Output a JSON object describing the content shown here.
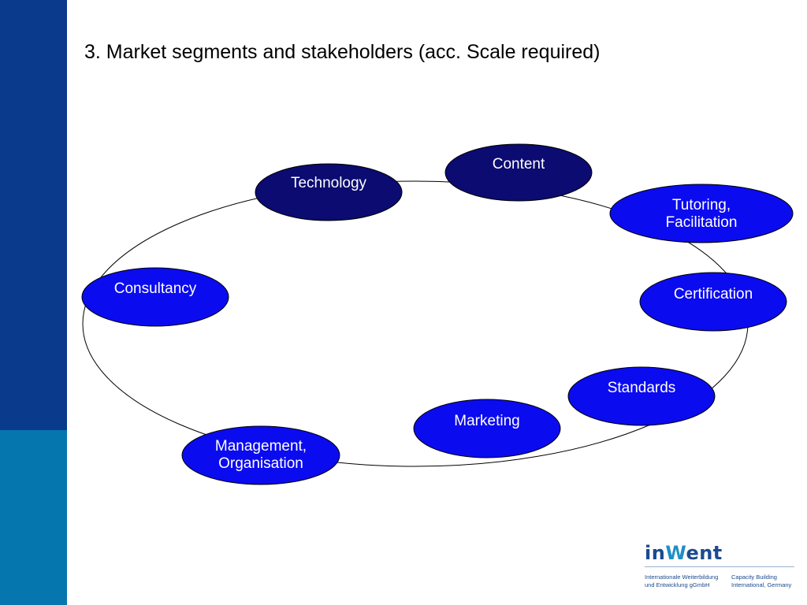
{
  "slide": {
    "title": "3. Market segments and stakeholders (acc. Scale required)"
  },
  "colors": {
    "sidebar_top": "#0a3a8c",
    "sidebar_bottom": "#0576ae",
    "node_dark": "#0b0b72",
    "node_bright": "#0b0bf0",
    "node_text": "#ffffff",
    "logo": "#1b4a8f"
  },
  "nodes": [
    {
      "id": "technology",
      "lines": [
        "Technology"
      ],
      "style": "dark"
    },
    {
      "id": "content",
      "lines": [
        "Content"
      ],
      "style": "dark"
    },
    {
      "id": "tutoring",
      "lines": [
        "Tutoring,",
        "Facilitation"
      ],
      "style": "bright"
    },
    {
      "id": "consultancy",
      "lines": [
        "Consultancy"
      ],
      "style": "bright"
    },
    {
      "id": "certification",
      "lines": [
        "Certification"
      ],
      "style": "bright"
    },
    {
      "id": "standards",
      "lines": [
        "Standards"
      ],
      "style": "bright"
    },
    {
      "id": "marketing",
      "lines": [
        "Marketing"
      ],
      "style": "bright"
    },
    {
      "id": "management",
      "lines": [
        "Management,",
        "Organisation"
      ],
      "style": "bright"
    }
  ],
  "logo": {
    "word_prefix": "in",
    "word_wave": "W",
    "word_suffix": "ent",
    "line1_left": "Internationale Weiterbildung",
    "line2_left": "und Entwicklung gGmbH",
    "line1_right": "Capacity Building",
    "line2_right": "International, Germany"
  }
}
